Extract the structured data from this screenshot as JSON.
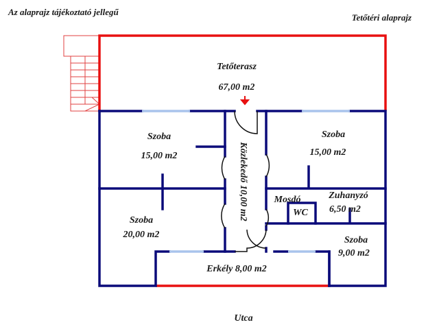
{
  "header": {
    "disclaimer": "Az alaprajz tájékoztató jellegű",
    "title": "Tetőtéri alaprajz"
  },
  "rooms": {
    "terrace": {
      "name": "Tetőterasz",
      "area": "67,00 m2"
    },
    "room_top_left": {
      "name": "Szoba",
      "area": "15,00 m2"
    },
    "room_top_right": {
      "name": "Szoba",
      "area": "15,00 m2"
    },
    "room_bottom_left": {
      "name": "Szoba",
      "area": "20,00 m2"
    },
    "room_bottom_right": {
      "name": "Szoba",
      "area": "9,00 m2"
    },
    "corridor": "Közlekedő 10,00 m2",
    "washbasin": "Mosdó",
    "wc": "WC",
    "shower": {
      "name": "Zuhanyzó",
      "area": "6,50 m2"
    },
    "balcony": "Erkély 8,00 m2"
  },
  "street": "Utca",
  "colors": {
    "wall": "#0b0b7a",
    "window": "#a9c4ec",
    "terrace_edge": "#e81010"
  }
}
